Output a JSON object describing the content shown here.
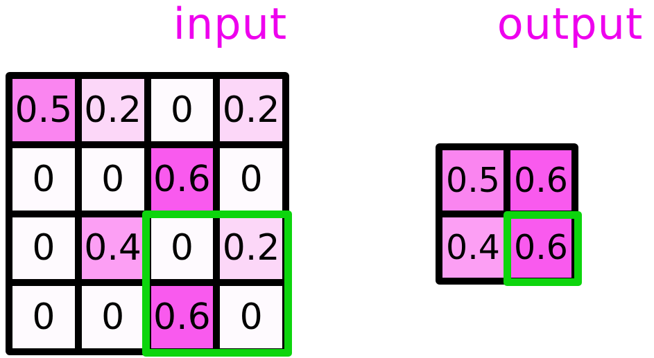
{
  "titles": {
    "input_label": "input",
    "output_label": "output"
  },
  "colors": {
    "title_text": "#ee00ee",
    "grid_line": "#000000",
    "cell_text": "#000000",
    "highlight_box": "#0dd50d",
    "value_fill": {
      "0": "#fefafe",
      "0.2": "#fcd7f8",
      "0.4": "#fc9ff4",
      "0.5": "#fa85f0",
      "0.6": "#f95aee"
    }
  },
  "input_grid": {
    "rows": [
      [
        "0.5",
        "0.2",
        "0",
        "0.2"
      ],
      [
        "0",
        "0",
        "0.6",
        "0"
      ],
      [
        "0",
        "0.4",
        "0",
        "0.2"
      ],
      [
        "0",
        "0",
        "0.6",
        "0"
      ]
    ]
  },
  "output_grid": {
    "rows": [
      [
        "0.5",
        "0.6"
      ],
      [
        "0.4",
        "0.6"
      ]
    ]
  },
  "highlights": {
    "input_region": "rows 3-4, cols 3-4",
    "output_region": "row 2, col 2"
  }
}
